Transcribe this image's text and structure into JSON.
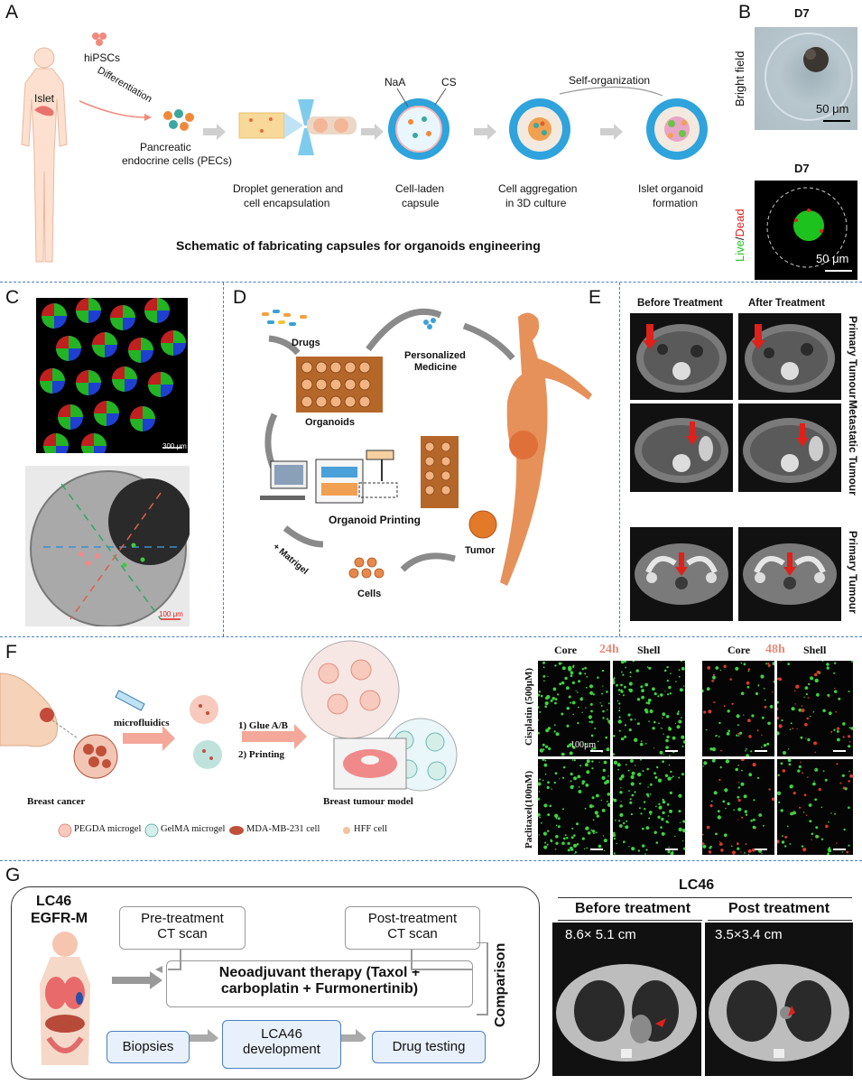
{
  "panels": {
    "A": {
      "label": "A",
      "hipscs": "hiPSCs",
      "islet": "Islet",
      "differentiation": "Differentiation",
      "pecs_line1": "Pancreatic",
      "pecs_line2": "endocrine cells (PECs)",
      "droplet_line1": "Droplet generation and",
      "droplet_line2": "cell encapsulation",
      "naa": "NaA",
      "cs": "CS",
      "capsule_line1": "Cell-laden",
      "capsule_line2": "capsule",
      "selforg": "Self-organization",
      "aggregation_line1": "Cell aggregation",
      "aggregation_line2": "in 3D culture",
      "organoid_line1": "Islet organoid",
      "organoid_line2": "formation",
      "caption": "Schematic of fabricating  capsules for organoids engineering"
    },
    "B": {
      "label": "B",
      "day_top": "D7",
      "bright_field": "Bright field",
      "scale_top": "50 μm",
      "day_bottom": "D7",
      "live": "Live",
      "slash": "/",
      "dead": "Dead",
      "scale_bottom": "50 μm"
    },
    "C": {
      "label": "C",
      "scale_top": "300 μm",
      "scale_bottom": "100 μm"
    },
    "D": {
      "label": "D",
      "drugs": "Drugs",
      "personalized_line1": "Personalized",
      "personalized_line2": "Medicine",
      "organoids": "Organoids",
      "organoid_printing": "Organoid Printing",
      "matrigel": "+ Matrigel",
      "tumor": "Tumor",
      "cells": "Cells"
    },
    "E": {
      "label": "E",
      "before": "Before Treatment",
      "after": "After Treatment",
      "row1": "Primary Tumour",
      "row2": "Metastatic Tumour",
      "row3": "Primary Tumour"
    },
    "F": {
      "label": "F",
      "microfluidics": "microfluidics",
      "glue": "1) Glue A/B",
      "printing": "2) Printing",
      "breast_cancer": "Breast cancer",
      "breast_model": "Breast tumour model",
      "legend": [
        "PEGDA microgel",
        "GelMA microgel",
        "MDA-MB-231 cell",
        "HFF cell"
      ],
      "core1": "Core",
      "time1": "24h",
      "shell1": "Shell",
      "core2": "Core",
      "time2": "48h",
      "shell2": "Shell",
      "cisplatin": "Cisplatin (500μM)",
      "paclitaxel": "Paclitaxel(100nM)",
      "scale": "100μm"
    },
    "G": {
      "label": "G",
      "patient_line1": "LC46",
      "patient_line2": "EGFR-M",
      "pre_line1": "Pre-treatment",
      "pre_line2": "CT scan",
      "post_line1": "Post-treatment",
      "post_line2": "CT scan",
      "therapy_line1": "Neoadjuvant therapy (Taxol +",
      "therapy_line2": "carboplatin + Furmonertinib)",
      "comparison": "Comparison",
      "biopsies": "Biopsies",
      "dev_line1": "LCA46",
      "dev_line2": "development",
      "drug_testing": "Drug testing",
      "ct_title": "LC46",
      "before": "Before treatment",
      "post": "Post treatment",
      "size_before": "8.6× 5.1 cm",
      "size_post": "3.5×3.4 cm"
    }
  },
  "colors": {
    "divider": "#4a7fc4",
    "capsule_blue": "#2fa3dc",
    "live_green": "#1ec21e",
    "dead_red": "#e01f1f",
    "time_pink": "#e88a7a",
    "arrow_red": "#e0201a"
  }
}
